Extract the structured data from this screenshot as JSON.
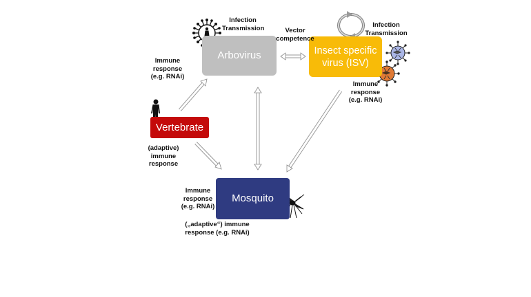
{
  "nodes": {
    "arbovirus": "Arbovirus",
    "isv": "Insect specific\nvirus (ISV)",
    "vertebrate": "Vertebrate",
    "mosquito": "Mosquito"
  },
  "labels": {
    "infection_transmission_arbo": "Infection\nTransmission",
    "vector_competence": "Vector\ncompetence",
    "infection_transmission_isv": "Infection\nTransmission",
    "immune_response_arbo": "Immune\nresponse\n(e.g. RNAi)",
    "immune_response_isv": "Immune\nresponse\n(e.g. RNAi)",
    "adaptive_immune_response": "(adaptive)\nimmune\nresponse",
    "immune_response_mosquito": "Immune\nresponse\n(e.g. RNAi)",
    "adaptive_immune_response_mosquito": "(„adaptive“) immune\nresponse (e.g. RNAi)"
  },
  "icons": {
    "arbovirus_particle": "virus-particle-icon",
    "human": "human-silhouette-icon",
    "isv_cycle": "circular-arrows-icon",
    "isv_particle_blue": "virus-particle-icon",
    "isv_particle_orange": "virus-particle-icon",
    "mosquito": "mosquito-icon"
  },
  "colors": {
    "arbovirus": "#bfbfbf",
    "isv": "#f8bb08",
    "vertebrate": "#c40a0a",
    "mosquito": "#2f3b81",
    "arrow_fill": "#ffffff",
    "arrow_stroke": "#9a9a9a"
  }
}
